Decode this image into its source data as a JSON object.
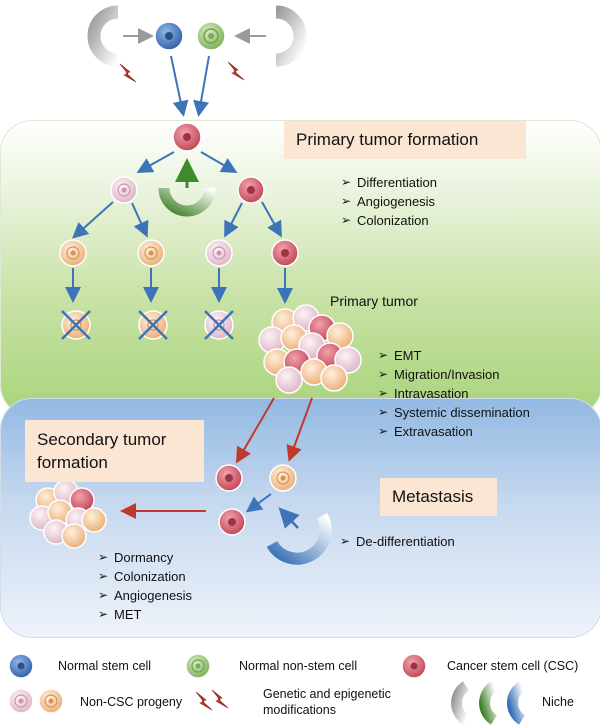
{
  "primary": {
    "title": "Primary tumor formation",
    "bullets": [
      "Differentiation",
      "Angiogenesis",
      "Colonization"
    ],
    "tumor_label": "Primary tumor",
    "tumor_bullets": [
      "EMT",
      "Migration/Invasion",
      "Intravasation",
      "Systemic dissemination",
      "Extravasation"
    ]
  },
  "secondary": {
    "title_line1": "Secondary tumor",
    "title_line2": "formation",
    "bullets": [
      "Dormancy",
      "Colonization",
      "Angiogenesis",
      "MET"
    ]
  },
  "metastasis": {
    "title": "Metastasis",
    "bullets": [
      "De-differentiation"
    ]
  },
  "legend": {
    "normal_stem": "Normal stem cell",
    "normal_nonstem": "Normal non-stem cell",
    "csc": "Cancer stem cell (CSC)",
    "non_csc": "Non-CSC progeny",
    "genetic_line1": "Genetic and epigenetic",
    "genetic_line2": "modifications",
    "niche": "Niche"
  },
  "colors": {
    "normal_stem": "#4a7fc8",
    "normal_nonstem": "#8cc26e",
    "csc": "#d45f6e",
    "non_csc_pink": "#efd6e0",
    "non_csc_peach": "#f4c99a",
    "arrow_blue": "#3d74b8",
    "arrow_red": "#c0392b",
    "arrow_green": "#3f8a2c"
  },
  "icons": [
    "lightning-icon",
    "niche-icon",
    "cross-icon"
  ]
}
